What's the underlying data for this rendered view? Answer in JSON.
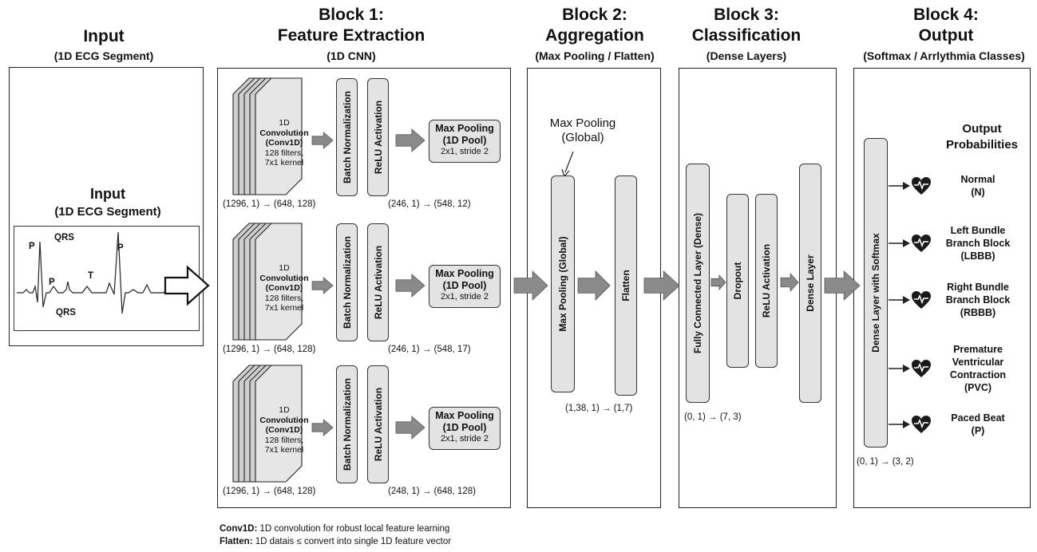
{
  "headers": {
    "input": {
      "title": "Input",
      "sub": "(1D ECG Segment)"
    },
    "block1": {
      "title1": "Block 1:",
      "title2": "Feature Extraction",
      "sub": "(1D CNN)"
    },
    "block2": {
      "title1": "Block 2:",
      "title2": "Aggregation",
      "sub": "(Max Pooling / Flatten)"
    },
    "block3": {
      "title1": "Block 3:",
      "title2": "Classification",
      "sub": "(Dense Layers)"
    },
    "block4": {
      "title1": "Block 4:",
      "title2": "Output",
      "sub": "(Softmax / Arrlythmia Classes)"
    }
  },
  "input_panel": {
    "title": "Input",
    "sub": "(1D ECG Segment)",
    "wave_labels": {
      "p1": "P",
      "qrs_top": "QRS",
      "p2": "P",
      "t": "T",
      "p3": "P",
      "qrs_bottom": "QRS"
    }
  },
  "block1": {
    "rows": [
      {
        "conv": {
          "l1": "1D",
          "l2": "Convolution",
          "l3": "(Conv1D)",
          "l4": "128 filters,",
          "l5": "7x1 kernel"
        },
        "bn": "Batch Normalization",
        "relu": "ReLU Activation",
        "pool": {
          "title1": "Max Pooling",
          "title2": "(1D Pool)",
          "sub": "2x1, stride 2"
        },
        "shape_left": "(1296, 1) → (648, 128)",
        "shape_right": "(246, 1) → (548, 12)"
      },
      {
        "conv": {
          "l1": "1D",
          "l2": "Convolution",
          "l3": "(Conv1D)",
          "l4": "128 filters,",
          "l5": "7x1 kernel"
        },
        "bn": "Batch Normalization",
        "relu": "ReLU Activation",
        "pool": {
          "title1": "Max Pooling",
          "title2": "(1D Pool)",
          "sub": "2x1, stride 2"
        },
        "shape_left": "(1296, 1) → (648, 128)",
        "shape_right": "(246, 1) → (548, 17)"
      },
      {
        "conv": {
          "l1": "1D",
          "l2": "Convolution",
          "l3": "(Conv1D)",
          "l4": "128 filters,",
          "l5": "7x1 kernel"
        },
        "bn": "Batch Normalization",
        "relu": "ReLU Activation",
        "pool": {
          "title1": "Max Pooling",
          "title2": "(1D Pool)",
          "sub": "2x1, stride 2"
        },
        "shape_left": "(1296, 1) → (648, 128)",
        "shape_right": "(248, 1) → (648, 128)"
      }
    ]
  },
  "block2": {
    "callout1": "Max Pooling",
    "callout2": "(Global)",
    "maxpool": "Max Pooling (Global)",
    "flatten": "Flatten",
    "shape": "(1,38, 1) → (1,7)"
  },
  "block3": {
    "fc": "Fully Connected Layer (Dense)",
    "dropout": "Dropout",
    "relu": "ReLU Activation",
    "dense": "Dense Layer",
    "shape": "(0, 1) → (7, 3)"
  },
  "block4": {
    "softmax": "Dense Layer with Softmax",
    "prob_title1": "Output",
    "prob_title2": "Probabilities",
    "shape": "(0, 1) → (3, 2)",
    "classes": [
      {
        "l1": "Normal",
        "l2": "(N)"
      },
      {
        "l1": "Left Bundle",
        "l2": "Branch Block",
        "l3": "(LBBB)"
      },
      {
        "l1": "Right Bundle",
        "l2": "Branch Block",
        "l3": "(RBBB)"
      },
      {
        "l1": "Premature",
        "l2": "Ventricular",
        "l3": "Contraction",
        "l4": "(PVC)"
      },
      {
        "l1": "Paced Beat",
        "l2": "(P)"
      }
    ],
    "class_icon": "heart-pulse-icon"
  },
  "legend": {
    "l1_key": "Conv1D:",
    "l1_text": " 1D convolution for robust local feature learning",
    "l2_key": "Flatten:",
    "l2_text": " 1D datais ≤ convert into single 1D feature vector"
  },
  "colors": {
    "box_fill": "#e3e3e3",
    "arrow_fill": "#8a8a8a",
    "border": "#222222"
  }
}
